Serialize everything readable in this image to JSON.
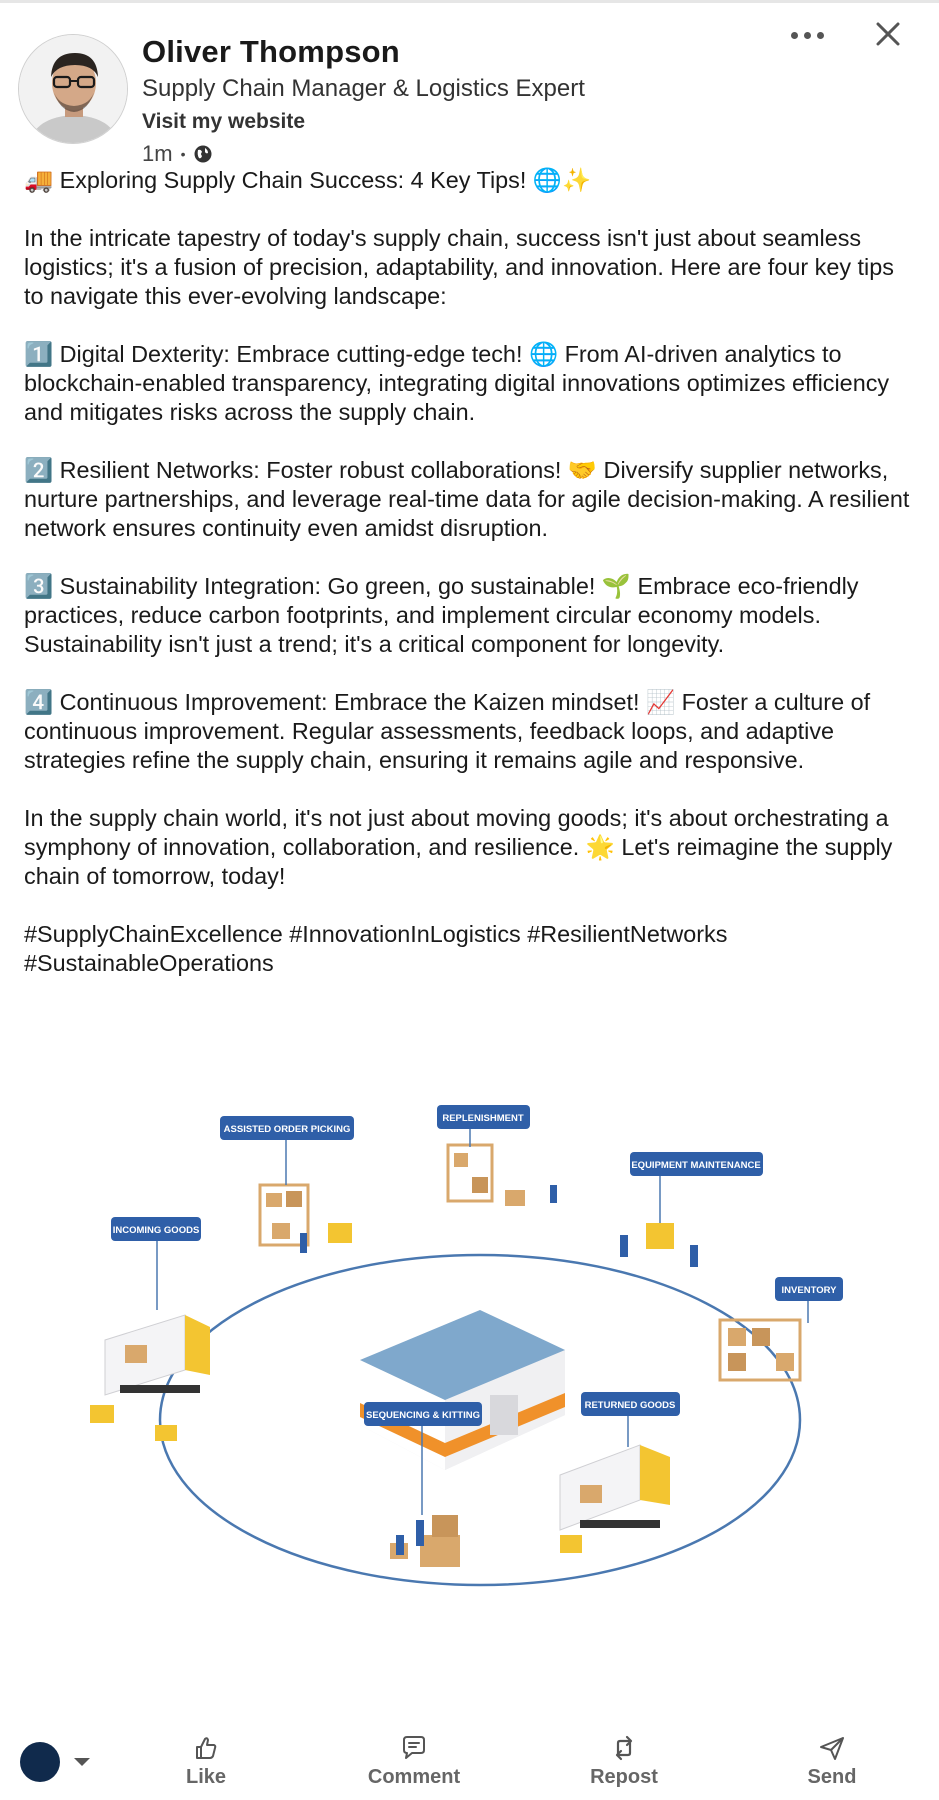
{
  "author": {
    "name": "Oliver Thompson",
    "headline": "Supply Chain Manager & Logistics Expert",
    "website_label": "Visit my website",
    "time": "1m"
  },
  "post": {
    "paragraphs": [
      "🚚 Exploring Supply Chain Success: 4 Key Tips! 🌐✨",
      "In the intricate tapestry of today's supply chain, success isn't just about seamless logistics; it's a fusion of precision, adaptability, and innovation. Here are four key tips to navigate this ever-evolving landscape:",
      "1️⃣ Digital Dexterity: Embrace cutting-edge tech! 🌐 From AI-driven analytics to blockchain-enabled transparency, integrating digital innovations optimizes efficiency and mitigates risks across the supply chain.",
      "2️⃣ Resilient Networks: Foster robust collaborations! 🤝 Diversify supplier networks, nurture partnerships, and leverage real-time data for agile decision-making. A resilient network ensures continuity even amidst disruption.",
      "3️⃣ Sustainability Integration: Go green, go sustainable! 🌱 Embrace eco-friendly practices, reduce carbon footprints, and implement circular economy models. Sustainability isn't just a trend; it's a critical component for longevity.",
      "4️⃣ Continuous Improvement: Embrace the Kaizen mindset! 📈 Foster a culture of continuous improvement. Regular assessments, feedback loops, and adaptive strategies refine the supply chain, ensuring it remains agile and responsive.",
      "In the supply chain world, it's not just about moving goods; it's about orchestrating a symphony of innovation, collaboration, and resilience. 🌟 Let's reimagine the supply chain of tomorrow, today!",
      "#SupplyChainExcellence #InnovationInLogistics #ResilientNetworks #SustainableOperations"
    ]
  },
  "illustration": {
    "labels": {
      "assisted": "ASSISTED ORDER PICKING",
      "replenishment": "REPLENISHMENT",
      "equipment": "EQUIPMENT MAINTENANCE",
      "incoming": "INCOMING GOODS",
      "inventory": "INVENTORY",
      "sequencing": "SEQUENCING & KITTING",
      "returned": "RETURNED GOODS"
    }
  },
  "actions": {
    "like": "Like",
    "comment": "Comment",
    "repost": "Repost",
    "send": "Send"
  },
  "colors": {
    "label_blue": "#2f5fa8",
    "ring_blue": "#4a78b0",
    "box_tan": "#d9a86c",
    "truck_yellow": "#f3c531",
    "warehouse_orange": "#f0912a",
    "reaction_avatar": "#102a4c"
  }
}
